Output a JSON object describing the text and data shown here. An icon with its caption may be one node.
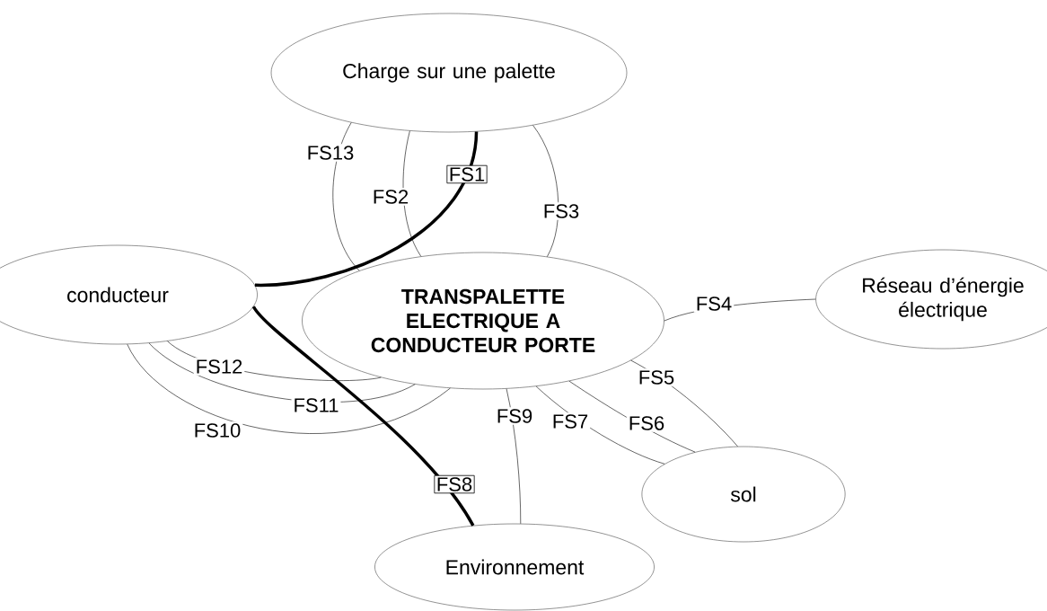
{
  "diagram": {
    "nodes": [
      {
        "text": [
          "Charge sur une palette"
        ]
      },
      {
        "text": [
          "conducteur"
        ]
      },
      {
        "text": [
          "TRANSPALETTE ELECTRIQUE A CONDUCTEUR PORTE"
        ]
      },
      {
        "text": [
          "Réseau d’énergie électrique"
        ]
      },
      {
        "text": [
          "sol"
        ]
      },
      {
        "text": [
          "Environnement"
        ]
      }
    ],
    "edges": [
      {
        "from": 1,
        "to": 0,
        "arrow": "none",
        "label": "FS1",
        "style": "thick"
      },
      {
        "from": 0,
        "to": 2,
        "arrow": "none",
        "label": "FS2"
      },
      {
        "from": 0,
        "to": 2,
        "arrow": "none",
        "label": "FS3"
      },
      {
        "from": 2,
        "to": 3,
        "arrow": "none",
        "label": "FS4"
      },
      {
        "from": 2,
        "to": 4,
        "arrow": "none",
        "label": "FS5"
      },
      {
        "from": 2,
        "to": 4,
        "arrow": "none",
        "label": "FS6"
      },
      {
        "from": 2,
        "to": 4,
        "arrow": "none",
        "label": "FS7"
      },
      {
        "from": 1,
        "to": 5,
        "arrow": "none",
        "label": "FS8",
        "style": "thick"
      },
      {
        "from": 2,
        "to": 5,
        "arrow": "none",
        "label": "FS9"
      },
      {
        "from": 1,
        "to": 2,
        "arrow": "none",
        "label": "FS10"
      },
      {
        "from": 1,
        "to": 2,
        "arrow": "none",
        "label": "FS11"
      },
      {
        "from": 1,
        "to": 2,
        "arrow": "none",
        "label": "FS12"
      },
      {
        "from": 0,
        "to": 2,
        "arrow": "none",
        "label": "FS13"
      }
    ]
  }
}
